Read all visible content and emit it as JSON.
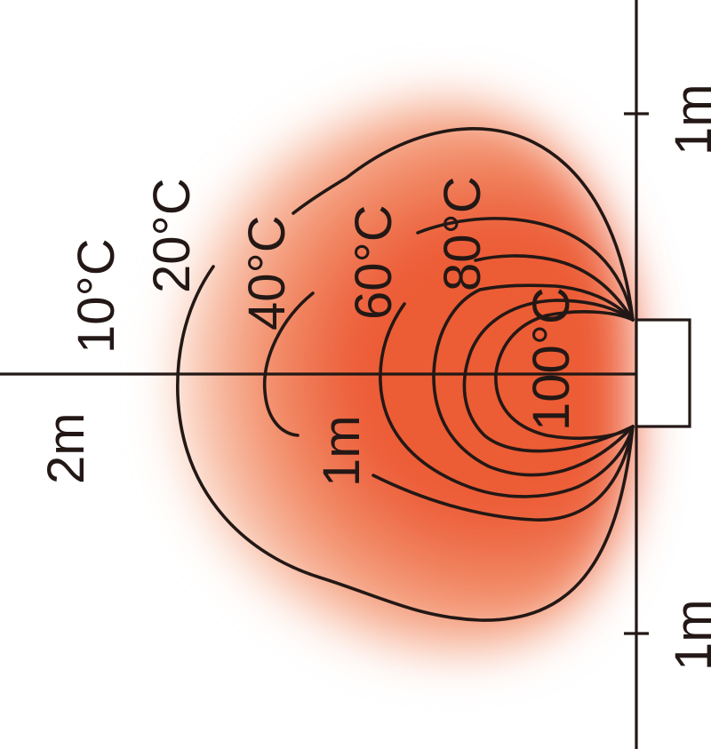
{
  "diagram": {
    "colors": {
      "heat_core": "#ec5b36",
      "heat_mid": "#f3926e",
      "heat_edge": "#fbd9c8",
      "background": "#ffffff",
      "line": "#231815"
    },
    "contours": [
      {
        "label": "10°C"
      },
      {
        "label": "20°C"
      },
      {
        "label": "40°C"
      },
      {
        "label": "60°C"
      },
      {
        "label": "80°C"
      },
      {
        "label": "100°C"
      }
    ],
    "scale": {
      "horizontal_inner": "1m",
      "horizontal_outer": "2m",
      "vertical_top": "1m",
      "vertical_bottom": "1m"
    }
  }
}
